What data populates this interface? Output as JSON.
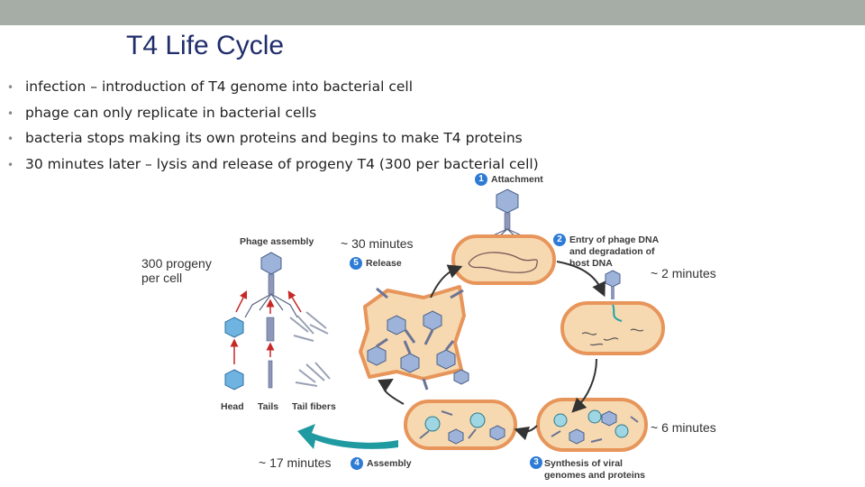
{
  "title": "T4 Life Cycle",
  "bullets": [
    "infection – introduction of T4 genome into bacterial cell",
    "phage can only replicate in bacterial cells",
    "bacteria stops making its own proteins and begins to make T4 proteins",
    "30 minutes later – lysis and release of progeny T4 (300 per bacterial cell)"
  ],
  "bullet_marker": "•",
  "annotations": {
    "progeny_line1": "300 progeny",
    "progeny_line2": "per cell",
    "t30": "~ 30 minutes",
    "t2": "~ 2 minutes",
    "t6": "~ 6 minutes",
    "t17": "~ 17 minutes"
  },
  "figure": {
    "steps": [
      {
        "number": "1",
        "label": "Attachment"
      },
      {
        "number": "2",
        "label_line1": "Entry of phage DNA",
        "label_line2": "and degradation of",
        "label_line3": "host DNA"
      },
      {
        "number": "3",
        "label_line1": "Synthesis of viral",
        "label_line2": "genomes and proteins"
      },
      {
        "number": "4",
        "label": "Assembly"
      },
      {
        "number": "5",
        "label": "Release"
      }
    ],
    "phage_assembly": "Phage assembly",
    "parts": {
      "head": "Head",
      "tails": "Tails",
      "tail_fibers": "Tail fibers"
    }
  },
  "colors": {
    "topbar": "#a6ada7",
    "title": "#1f2d6b",
    "step_badge": "#2e7bd6",
    "assembly_arrow": "#1f9aa0",
    "cell_fill": "#f6d9b0",
    "cell_wall": "#e7955a"
  }
}
